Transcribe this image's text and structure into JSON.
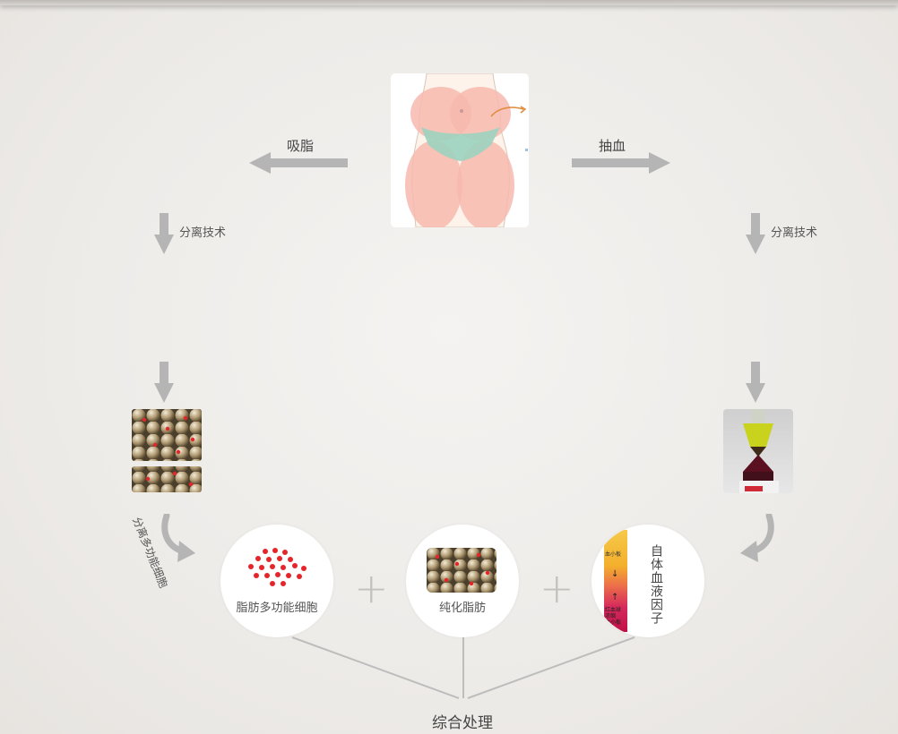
{
  "steps": {
    "liposuction": "吸脂",
    "blood_draw": "抽血",
    "separation_left": "分离技术",
    "separation_right": "分离技术",
    "curve_left_caption": "分离多功能细胞"
  },
  "results": [
    {
      "caption": "脂肪多功能细胞"
    },
    {
      "caption": "纯化脂肪"
    },
    {
      "caption": "自体血液因子"
    }
  ],
  "tube_labels": {
    "top": "血小板",
    "bottom": "红血球\n浓缩\n血小板"
  },
  "operators": {
    "plus": "+"
  },
  "final": {
    "label": "综合处理"
  },
  "colors": {
    "arrow": "#b5b5b5",
    "line": "#bdbdbd",
    "fat_highlight": "#f4b7ad",
    "underwear": "#9bd3bf",
    "cell_red": "#e5252a",
    "cell_tan": "#b39e76"
  },
  "icons": [
    "arrow-left-icon",
    "arrow-right-icon",
    "arrow-down-icon",
    "curved-arrow-icon",
    "plus-icon"
  ]
}
